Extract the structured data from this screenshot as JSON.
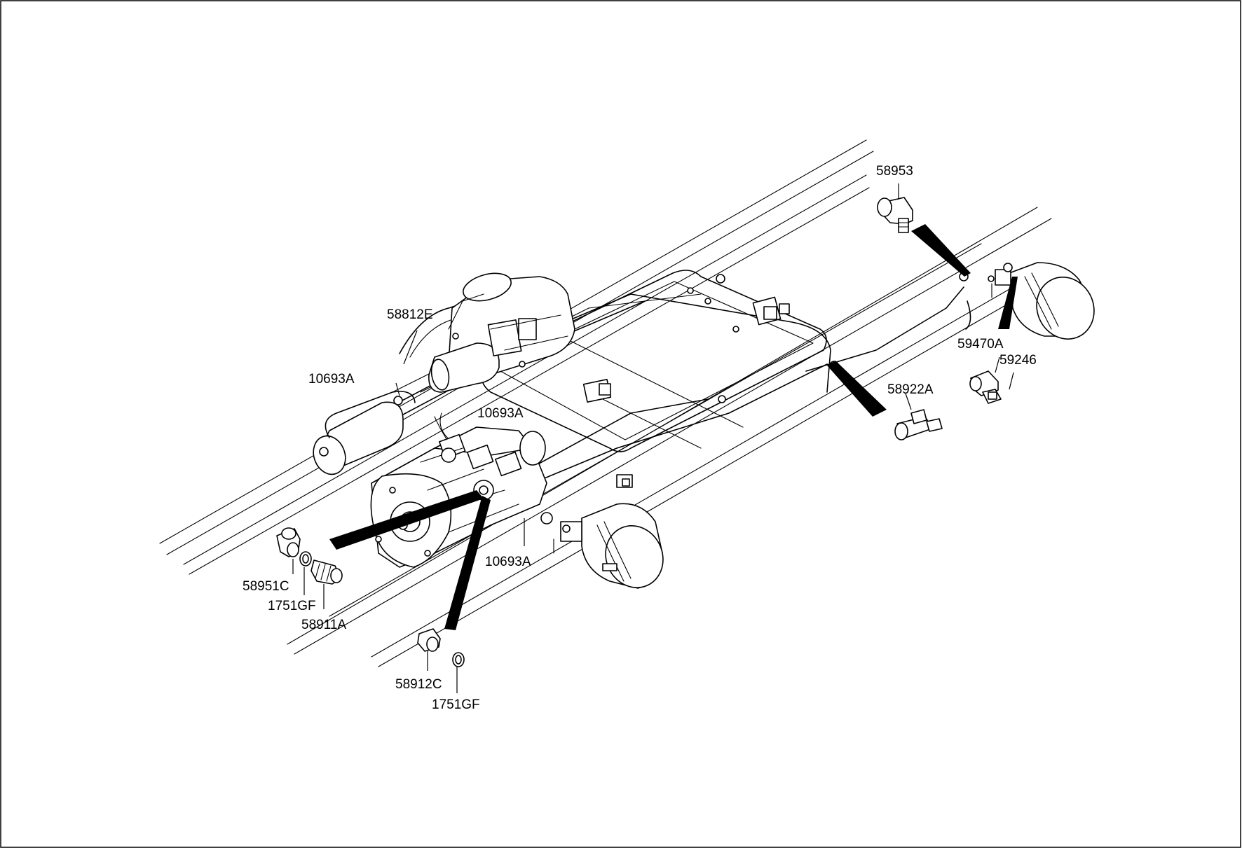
{
  "labels": {
    "p58953": "58953",
    "p58812E": "58812E",
    "p10693A_left": "10693A",
    "p10693A_mid": "10693A",
    "p10693A_low": "10693A",
    "p59470A": "59470A",
    "p59246": "59246",
    "p58922A": "58922A",
    "p58951C": "58951C",
    "p1751GF_left": "1751GF",
    "p58911A": "58911A",
    "p58912C": "58912C",
    "p1751GF_low": "1751GF"
  }
}
